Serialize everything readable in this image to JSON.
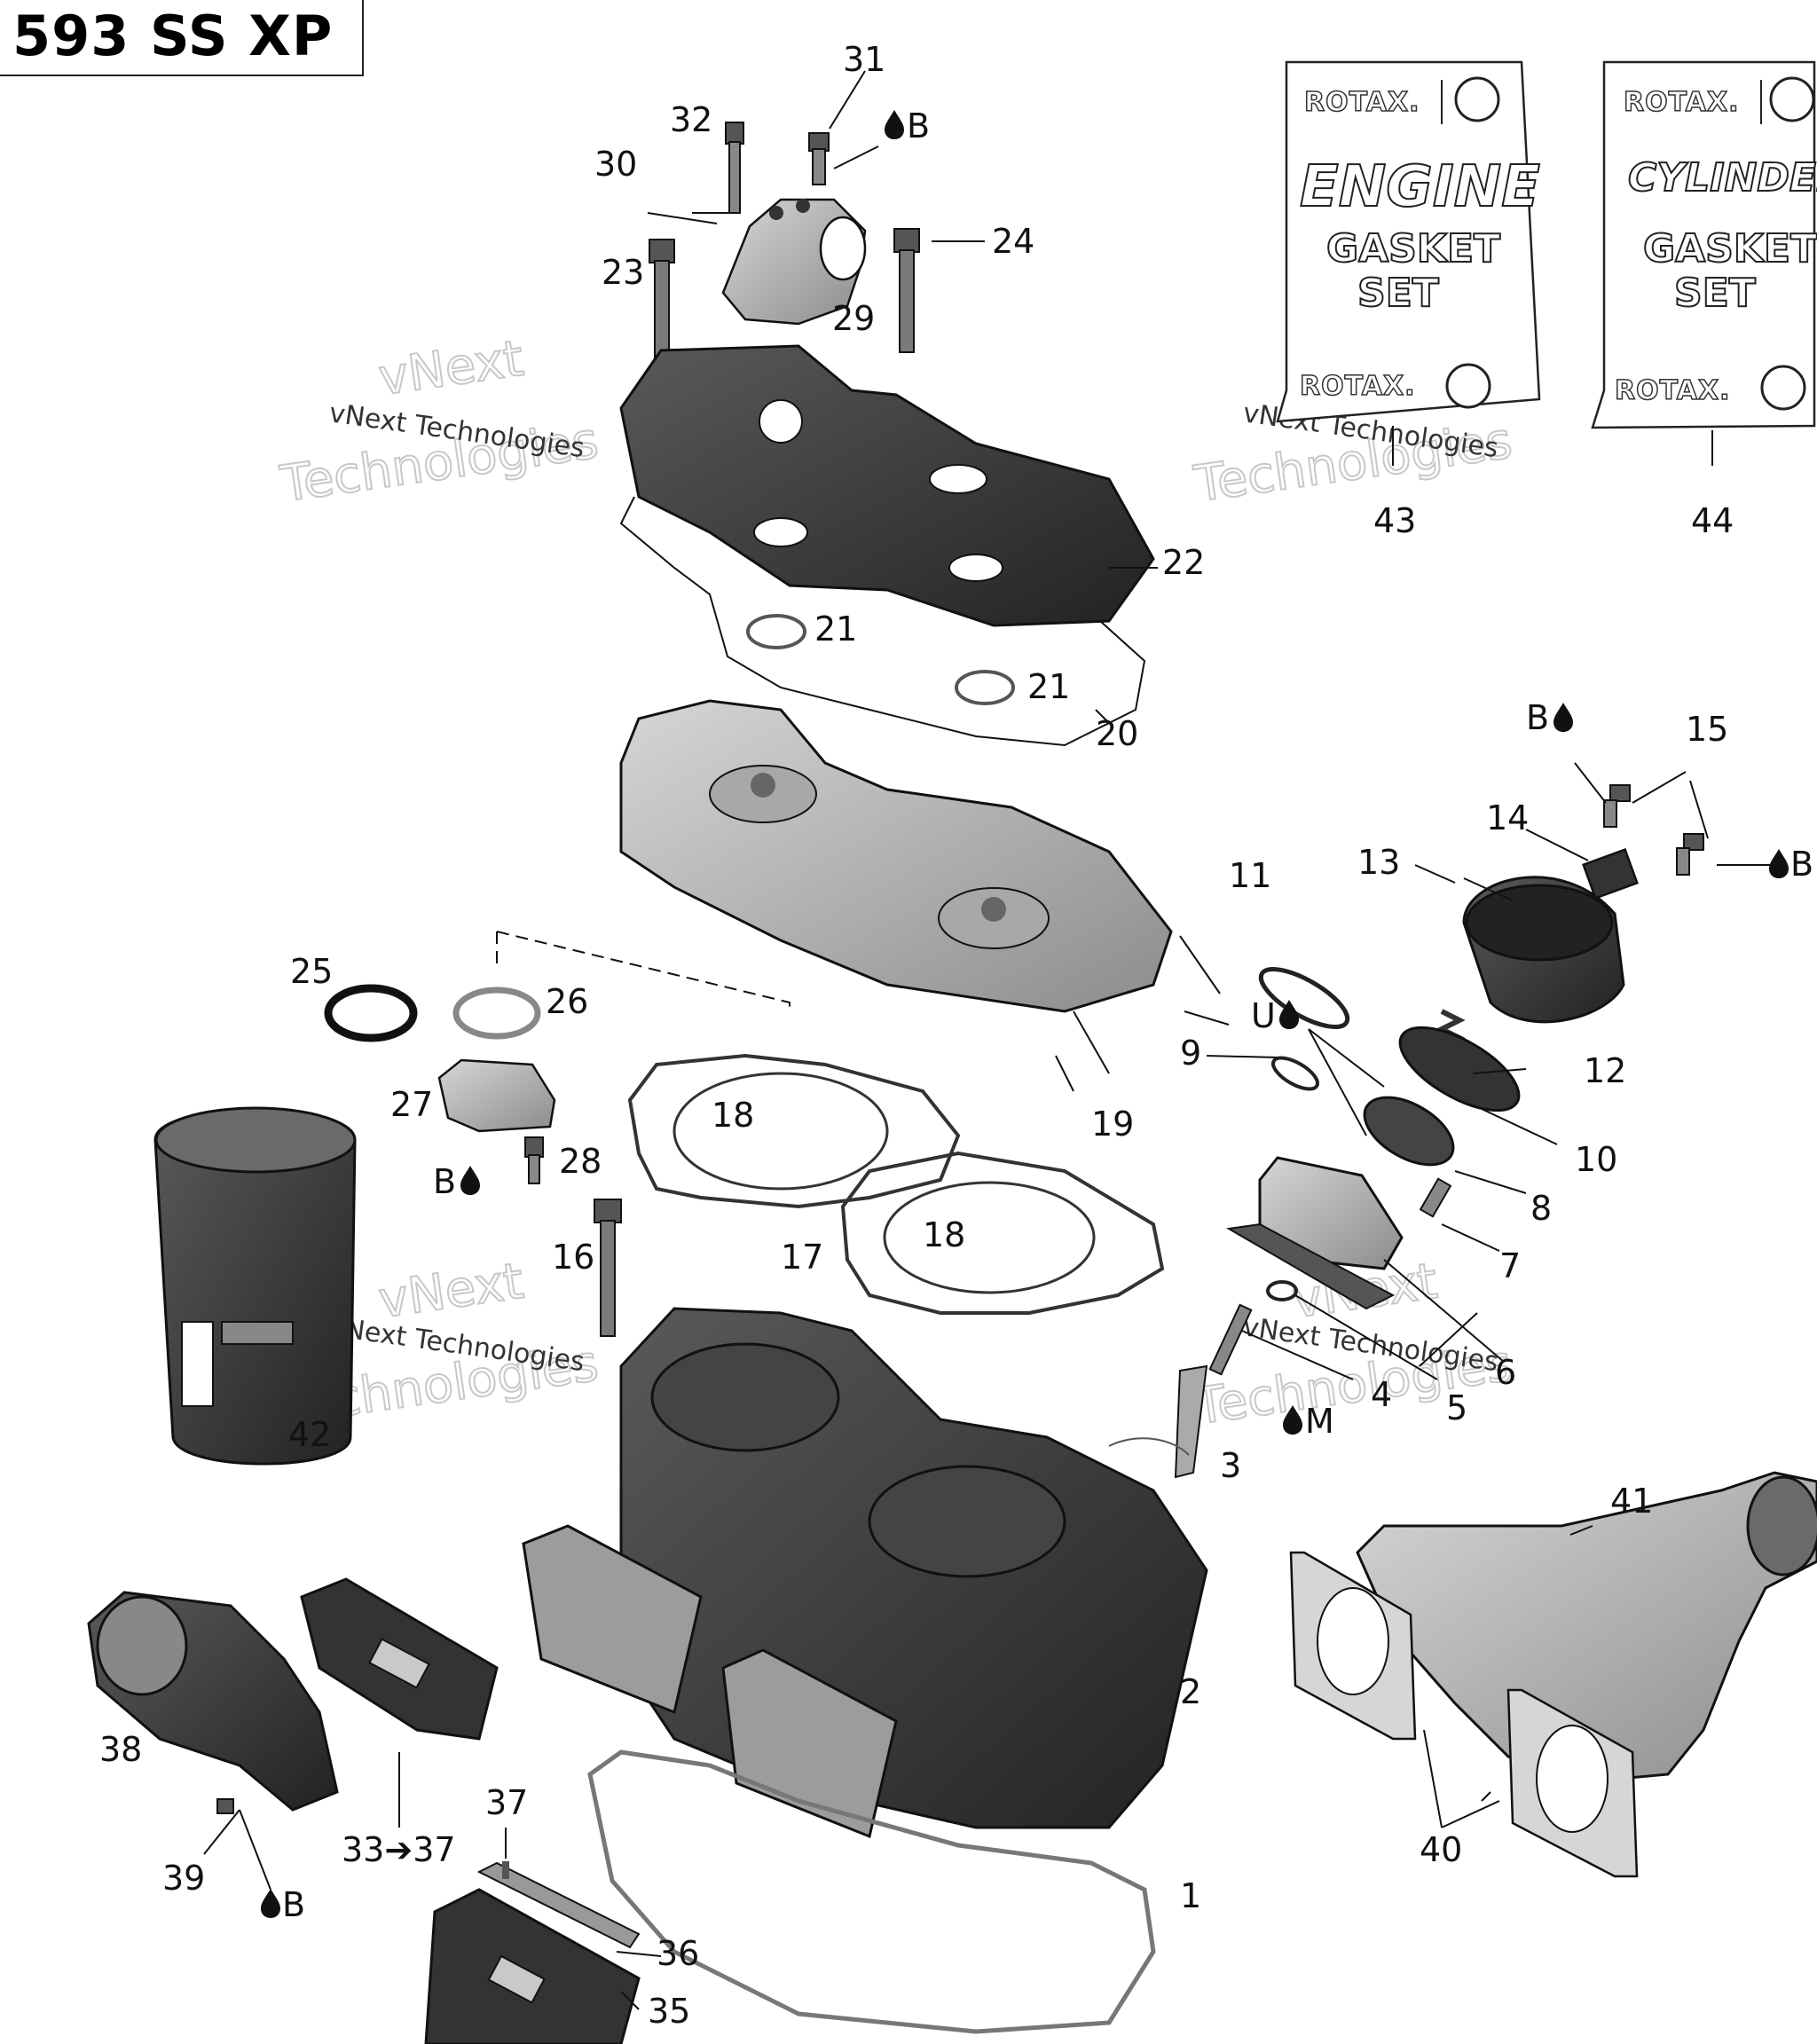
{
  "title": "593 SS XP",
  "watermark": {
    "brand": "vNext",
    "suffix": "Technologies",
    "full": "vNext Technologies"
  },
  "kits": [
    {
      "id": "43",
      "brand": "ROTAX.",
      "line1": "ENGINE",
      "line2": "GASKET",
      "line3": "SET"
    },
    {
      "id": "44",
      "brand": "ROTAX.",
      "line1": "CYLINDER",
      "line2": "GASKET",
      "line3": "SET"
    }
  ],
  "callouts": {
    "n1": "1",
    "n2": "2",
    "n3": "3",
    "n4": "4",
    "n5": "5",
    "n6": "6",
    "n7": "7",
    "n8": "8",
    "n9": "9",
    "n10": "10",
    "n11": "11",
    "n12": "12",
    "n13": "13",
    "n14": "14",
    "n15": "15",
    "n16": "16",
    "n17": "17",
    "n18a": "18",
    "n18b": "18",
    "n19": "19",
    "n20": "20",
    "n21a": "21",
    "n21b": "21",
    "n22": "22",
    "n23": "23",
    "n24": "24",
    "n25": "25",
    "n26": "26",
    "n27": "27",
    "n28": "28",
    "n29": "29",
    "n30": "30",
    "n31": "31",
    "n32": "32",
    "n33": "33➔37",
    "n35": "35",
    "n36": "36",
    "n37": "37",
    "n38": "38",
    "n39": "39",
    "n40": "40",
    "n41": "41",
    "n42": "42",
    "n43": "43",
    "n44": "44"
  },
  "lubricants": {
    "b1": "B",
    "b2": "B",
    "b3": "B",
    "b4": "B",
    "b5": "B",
    "u": "U",
    "m": "M"
  },
  "colors": {
    "dark_part": "#2e2e2e",
    "mid_part": "#8a8a8a",
    "light_part": "#c9c9c9",
    "outline": "#111111"
  }
}
